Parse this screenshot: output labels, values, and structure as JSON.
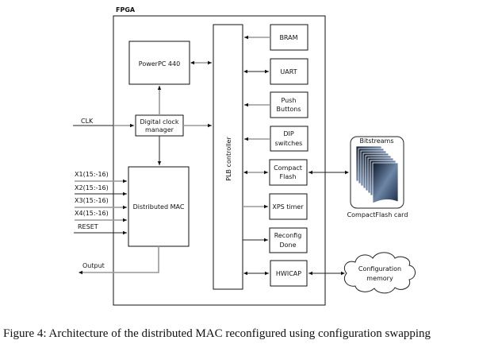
{
  "diagram": {
    "fpga_label": "FPGA",
    "blocks": {
      "powerpc": "PowerPC 440",
      "dcm_line1": "Digital clock",
      "dcm_line2": "manager",
      "mac": "Distributed MAC",
      "plb": "PLB controller"
    },
    "peripherals": [
      {
        "line1": "BRAM",
        "line2": ""
      },
      {
        "line1": "UART",
        "line2": ""
      },
      {
        "line1": "Push",
        "line2": "Buttons"
      },
      {
        "line1": "DIP",
        "line2": "switches"
      },
      {
        "line1": "Compact",
        "line2": "Flash"
      },
      {
        "line1": "XPS timer",
        "line2": ""
      },
      {
        "line1": "Reconfig",
        "line2": "Done"
      },
      {
        "line1": "HWICAP",
        "line2": ""
      }
    ],
    "inputs": {
      "clk": "CLK",
      "x1": "X1(15:-16)",
      "x2": "X2(15:-16)",
      "x3": "X3(15:-16)",
      "x4": "X4(15:-16)",
      "reset": "RESET"
    },
    "output_label": "Output",
    "cf_card": {
      "title": "Bitstreams",
      "label": "CompactFlash card"
    },
    "config_memory": {
      "line1": "Configuration",
      "line2": "memory"
    }
  },
  "caption": "Figure 4: Architecture of the distributed MAC reconfigured using configuration swapping"
}
